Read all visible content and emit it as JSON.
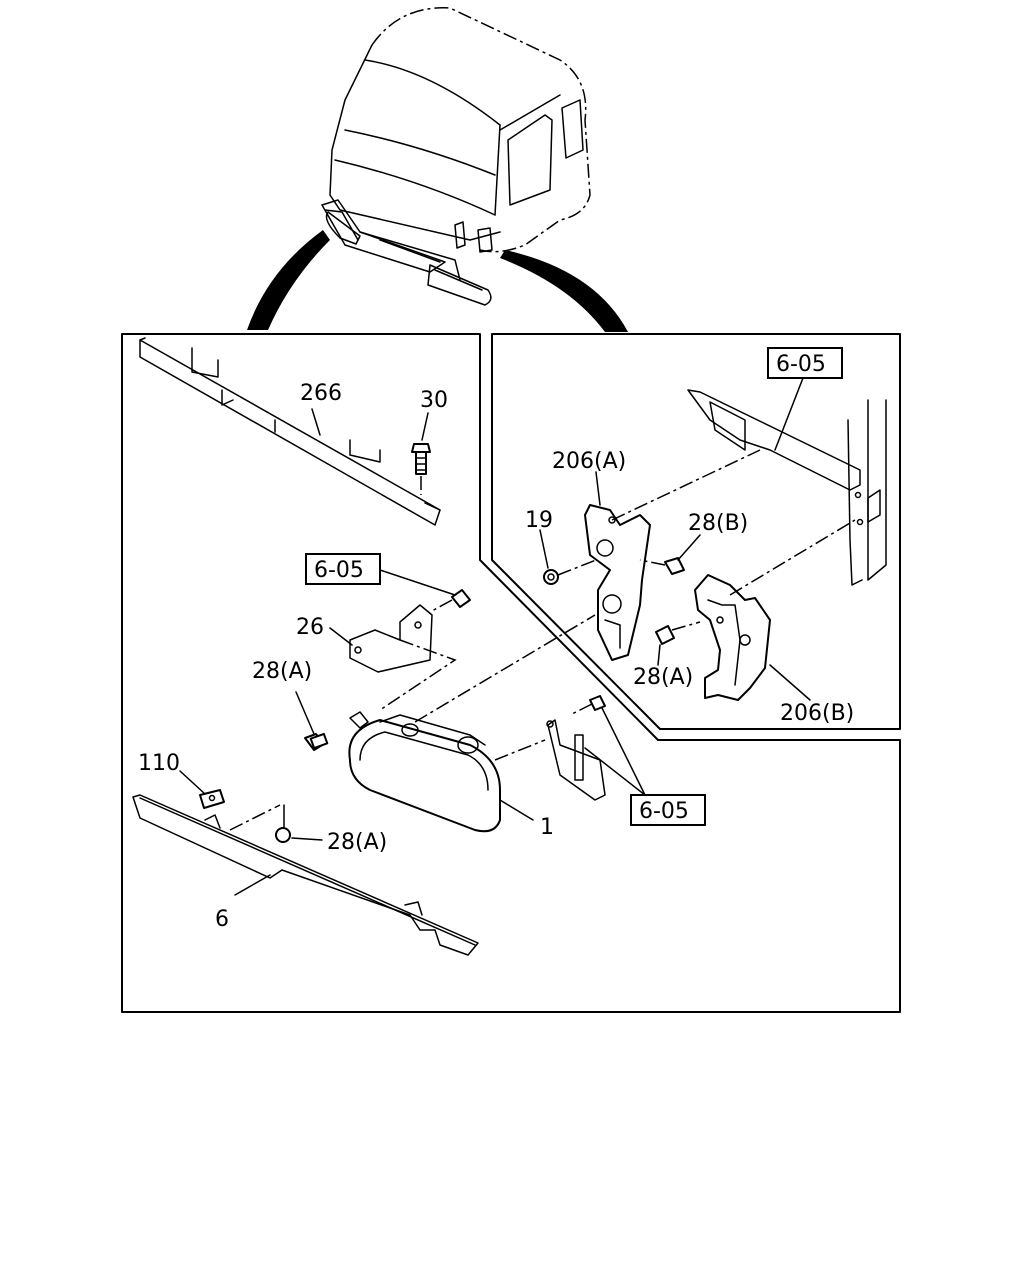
{
  "callouts": {
    "p266": "266",
    "p30": "30",
    "p26": "26",
    "p28a_left": "28(A)",
    "p110": "110",
    "p28a_bottom": "28(A)",
    "p6": "6",
    "p1": "1",
    "p206a": "206(A)",
    "p19": "19",
    "p28b": "28(B)",
    "p28a_right": "28(A)",
    "p206b": "206(B)"
  },
  "refs": {
    "ref_top_right": "6-05",
    "ref_left_mid": "6-05",
    "ref_bottom_mid": "6-05"
  }
}
